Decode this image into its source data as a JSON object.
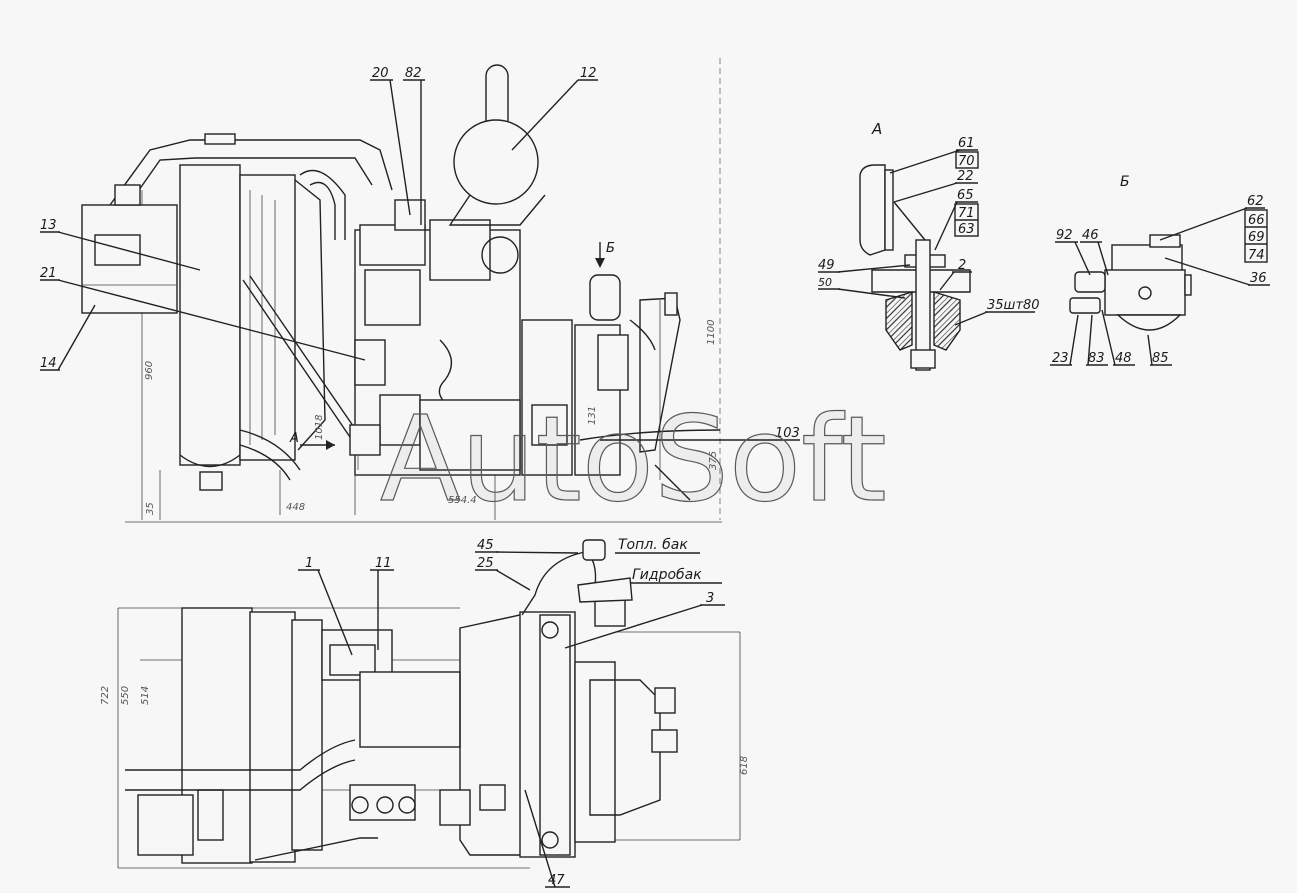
{
  "views": {
    "view_a": "А",
    "view_b": "Б",
    "view_b_arrow": "Б",
    "view_a_arrow": "А"
  },
  "labels": {
    "main": [
      "12",
      "20",
      "82",
      "13",
      "21",
      "14",
      "103"
    ],
    "view_a": [
      "61",
      "70",
      "22",
      "65",
      "71",
      "63",
      "49",
      "50",
      "2",
      "35шт80"
    ],
    "view_b": [
      "62",
      "66",
      "69",
      "74",
      "92",
      "46",
      "36",
      "23",
      "83",
      "48",
      "85"
    ],
    "bottom": [
      "1",
      "11",
      "45",
      "25",
      "3",
      "47"
    ]
  },
  "callouts": {
    "fuel_tank": "Топл. бак",
    "hydro_tank": "Гидробак"
  },
  "dimensions": {
    "d960": "960",
    "d448": "448",
    "d554": "554.4",
    "d1100": "1100",
    "d1018": "1018",
    "d375": "375",
    "d131": "131",
    "d35": "35",
    "d618": "618",
    "d722": "722",
    "d550": "550",
    "d514": "514"
  },
  "watermark": "AutoSoft"
}
